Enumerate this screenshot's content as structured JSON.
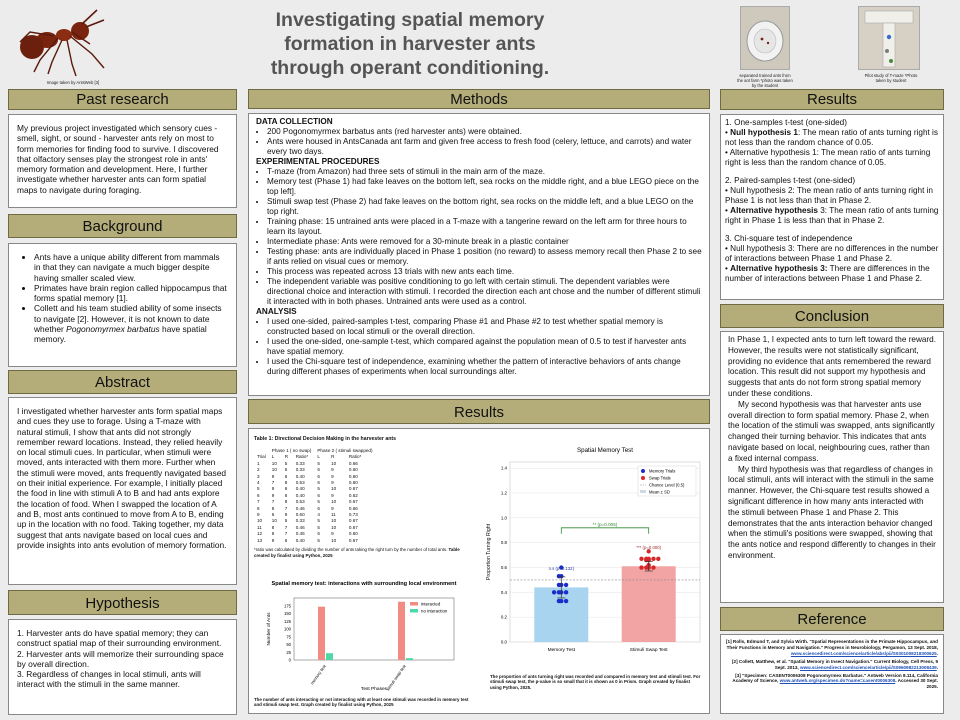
{
  "title": "Investigating spatial memory formation in harvester ants through operant conditioning.",
  "photos": {
    "ant_caption": "Image taken by AntsWeb [3]",
    "tube_caption": "separated trained ants from the ant farm *photo was taken by the student",
    "maze_caption": "Pilot study of T-maze *Photo taken by student"
  },
  "past_research": {
    "header": "Past research",
    "text": "My previous project investigated which sensory cues - smell, sight, or sound - harvester ants rely on most to form memories for finding food to survive. I discovered that olfactory senses play the strongest role in ants' memory formation and development. Here, I further investigate whether harvester ants can form spatial maps to navigate during foraging."
  },
  "background": {
    "header": "Background",
    "b1": "Ants have a unique ability different from mammals in that they can navigate a much bigger despite having smaller scaled view.",
    "b2": "Primates have brain region called hippocampus that forms spatial memory [1].",
    "b3a": "Collett and his team studied ability of some insects to navigate [2]. However, it is not known to date whether ",
    "b3i": "Pogonomyrmex barbatus",
    "b3b": " have spatial memory."
  },
  "abstract": {
    "header": "Abstract",
    "text": "I investigated whether harvester ants form spatial maps and cues they use to forage. Using a T-maze with natural stimuli, I show that ants did not strongly remember reward locations. Instead, they relied heavily on local stimuli cues. In particular, when stimuli were moved, ants interacted with them more. Further when the stimuli were moved, ants frequently navigated based on their initial experience. For example, I initially placed the food in line with stimuli A to B and had ants explore the location of food. When I swapped the location of A and B, most ants continued to move from A to B, ending up in the location with no food. Taking together, my data suggest that ants navigate based on local cues and provide insights into ants evolution of memory formation."
  },
  "hypothesis": {
    "header": "Hypothesis",
    "h1": "1. Harvester ants do have spatial memory; they can construct spatial map of their surrounding environment.",
    "h2": "2. Harvester ants will memorize their surrounding space by overall direction.",
    "h3": "3. Regardless of changes in local stimuli, ants will interact with the stimuli in the same manner."
  },
  "methods": {
    "header": "Methods",
    "dc_title": "DATA COLLECTION",
    "dc1": "200 Pogonomyrmex barbatus ants (red harvester ants) were obtained.",
    "dc2": "Ants were housed in AntsCanada ant farm and given free access to fresh food (celery, lettuce, and carrots) and water every two days.",
    "ep_title": "EXPERIMENTAL PROCEDURES",
    "ep1": "T-maze (from Amazon) had three sets of stimuli in the main arm of the maze.",
    "ep2": "Memory test (Phase 1) had fake leaves on the bottom left, sea rocks on the middle right, and a blue LEGO piece on the top left].",
    "ep3": "Stimuli swap test (Phase 2) had fake leaves on the bottom right, sea rocks on the middle left, and a blue LEGO on the top right.",
    "ep4": "Training phase: 15 untrained ants were placed in a T-maze with a tangerine reward on the left arm for three hours to learn its layout.",
    "ep5": "Intermediate phase: Ants were removed for a 30-minute break in a plastic container",
    "ep6": "Testing phase: ants are individually placed in Phase 1 position (no reward) to assess memory recall then Phase 2 to see if ants relied on visual cues or memory.",
    "ep7": "This process was repeated across 13 trials with new ants each time.",
    "ep8": "The independent variable was positive conditioning to go left with certain stimuli. The dependent variables were directional choice and interaction with stimuli. I recorded the direction each ant chose and the number of different stimuli it interacted with in both phases. Untrained ants were used as a control.",
    "an_title": "ANALYSIS",
    "an1": "I used one-sided, paired-samples t-test, comparing Phase #1 and Phase #2 to test whether spatial memory is constructed based on local stimuli or the overall direction.",
    "an2": "I used the one-sided, one-sample t-test, which compared against the population mean of 0.5 to test if harvester ants have spatial memory.",
    "an3": "I used the Chi-square test of independence, examining whether the pattern of interactive behaviors of ants change during different phases of experiments when local surroundings alter."
  },
  "results_mid": {
    "header": "Results",
    "table_title": "Table 1: Directional Decision Making in the harvester ants",
    "phase1_head": "Phase 1 ( no swap)",
    "phase2_head": "Phase 2 ( stimuli swapped)",
    "col_trial": "Trial",
    "col_l": "L",
    "col_r": "R",
    "col_ratio": "Ratio*",
    "rows": [
      [
        "1",
        "10",
        "5",
        "0.33",
        "5",
        "10",
        "0.66"
      ],
      [
        "2",
        "10",
        "5",
        "0.33",
        "6",
        "9",
        "0.60"
      ],
      [
        "3",
        "9",
        "6",
        "0.40",
        "6",
        "9",
        "0.60"
      ],
      [
        "4",
        "7",
        "8",
        "0.53",
        "6",
        "9",
        "0.60"
      ],
      [
        "5",
        "9",
        "6",
        "0.40",
        "5",
        "10",
        "0.67"
      ],
      [
        "6",
        "9",
        "6",
        "0.40",
        "6",
        "9",
        "0.62"
      ],
      [
        "7",
        "7",
        "8",
        "0.53",
        "5",
        "10",
        "0.67"
      ],
      [
        "8",
        "8",
        "7",
        "0.46",
        "6",
        "9",
        "0.66"
      ],
      [
        "9",
        "6",
        "9",
        "0.60",
        "4",
        "11",
        "0.73"
      ],
      [
        "10",
        "10",
        "5",
        "0.33",
        "5",
        "10",
        "0.67"
      ],
      [
        "11",
        "8",
        "7",
        "0.46",
        "5",
        "10",
        "0.67"
      ],
      [
        "12",
        "8",
        "7",
        "0.46",
        "6",
        "9",
        "0.60"
      ],
      [
        "13",
        "9",
        "6",
        "0.40",
        "5",
        "10",
        "0.67"
      ]
    ],
    "table_note": "*ratio was calculated by dividing the number of ants taking the right turn by the number of total ants.",
    "table_credit": "Table created by finalist using Python, 2025",
    "bar_caption": "The number of ants interacting or not interacting with at least one stimuli was recorded in memory test and stimuli swap test. Graph created by finalist using Python, 2025",
    "scatter_caption": "The proportion of ants turning right was recorded and compared in memory test and stimuli test. For stimuli swap test, the p-value is so small that it is shown as 0 in Prism. Graph created by finalist using Python, 2025."
  },
  "results_right": {
    "header": "Results",
    "t1": "1. One-samples t-test (one-sided)",
    "null1_label": "Null hypothesis 1",
    "null1": ": The mean ratio of ants turning right is not less than the random chance of 0.05.",
    "alt1": "Alternative hypothesis 1: The mean ratio of ants turning right is less than the random chance of 0.05.",
    "t2": "2. Paired-samples t-test (one-sided)",
    "null2": "Null hypothesis 2: The mean ratio of ants turning right in Phase 1 is not less than that in Phase 2.",
    "alt2_label": "Alternative hypothesis",
    "alt2": " 3: The mean ratio of ants turning right in Phase 1 is less than that in Phase 2.",
    "t3": "3. Chi-square test of independence",
    "null3": "Null hypothesis 3: There are no differences in the number of interactions between Phase 1 and Phase 2.",
    "alt3_label": "Alternative hypothesis 3:",
    "alt3": " There are differences in the number of interactions between Phase 1 and Phase 2."
  },
  "conclusion": {
    "header": "Conclusion",
    "p1": "In Phase 1, I expected ants to turn left toward the reward. However, the results were not statistically significant, providing no evidence that ants remembered the reward location. This result did not support my hypothesis and suggests that ants do not form strong spatial memory under these conditions.",
    "p2": "My second hypothesis was that harvester ants use overall direction to form spatial memory. Phase 2, when the location of the stimuli was swapped, ants significantly changed their turning behavior. This indicates that ants navigate based on local, neighbouring cues, rather than a fixed internal compass.",
    "p3": "My third hypothesis was that regardless of changes in local stimuli, ants will interact with the stimuli in the same manner. However, the Chi-square test results showed a significant difference in how many ants interacted with the stimuli between Phase 1 and Phase 2. This demonstrates that the ants interaction behavior changed when the stimuli's positions were swapped, showing that the ants notice and respond differently to changes in their environment."
  },
  "reference": {
    "header": "Reference",
    "r1": "[1] Rolls, Edmund T, and Sylvia Wirth. \"Spatial Representations in the Primate Hippocampus, and Their Functions in Memory and Navigation.\" Progress in Neurobiology, Pergamon, 13 Sept. 2018,",
    "r1_link": "www.sciencedirect.com/science/article/abs/pii/S0301008218300625",
    "r2": "[2] Collett, Matthew, et al. \"Spatial Memory in Insect Navigation.\" Current Biology, Cell Press, 9 Sept. 2013,",
    "r2_link": "www.sciencedirect.com/science/article/pii/S0960982213008439",
    "r3": "[3] \"Specimen: CASENT0006308 Pogonomyrmex Barbatus.\" Antweb Version 8.114, California Academy of Science,",
    "r3_link": "www.antweb.org/specimen.do?name=casent0006308",
    "r3_end": ". Accessed 30 Sept. 2025."
  },
  "chart_data": [
    {
      "type": "bar",
      "title": "Spatial memory test: interactions with surrounding local environment",
      "xlabel": "Test Phases",
      "ylabel": "Number of Ants",
      "categories": [
        "memory test",
        "stimuli swap test"
      ],
      "series": [
        {
          "name": "interacted",
          "values": [
            172,
            188
          ],
          "color": "#f28b82"
        },
        {
          "name": "no interaction",
          "values": [
            22,
            6
          ],
          "color": "#4cd9a6"
        }
      ],
      "ylim": [
        0,
        200
      ],
      "yticks": [
        "0",
        "25",
        "50",
        "75",
        "100",
        "125",
        "150",
        "175"
      ],
      "legend": "top-right"
    },
    {
      "type": "scatter",
      "title": "Spatial Memory Test",
      "ylabel": "Proportion Turning Right",
      "categories": [
        "Memory Test",
        "Stimuli Swap Test"
      ],
      "series": [
        {
          "name": "Memory Trials",
          "values": [
            0.33,
            0.33,
            0.4,
            0.53,
            0.4,
            0.4,
            0.53,
            0.46,
            0.6,
            0.33,
            0.46,
            0.46,
            0.4
          ],
          "color": "#1a2cc9"
        },
        {
          "name": "Swap Trials",
          "values": [
            0.66,
            0.6,
            0.6,
            0.6,
            0.67,
            0.62,
            0.67,
            0.66,
            0.73,
            0.67,
            0.67,
            0.6,
            0.67
          ],
          "color": "#d62728"
        }
      ],
      "means": [
        0.44,
        0.61
      ],
      "chance_level": 0.5,
      "legend_labels": [
        "Memory Trials",
        "Swap Trials",
        "Chance Level (0.5)",
        "Mean ± SD"
      ],
      "ylim": [
        0,
        1.45
      ],
      "yticks": [
        "0.0",
        "0.2",
        "0.4",
        "0.6",
        "0.8",
        "1.0",
        "1.2",
        "1.4"
      ],
      "annotations": [
        "n.s (p=0.132)",
        "*** (p=0.000)",
        "** (p=0.005)"
      ],
      "grid": true,
      "legend": "top-right"
    }
  ]
}
